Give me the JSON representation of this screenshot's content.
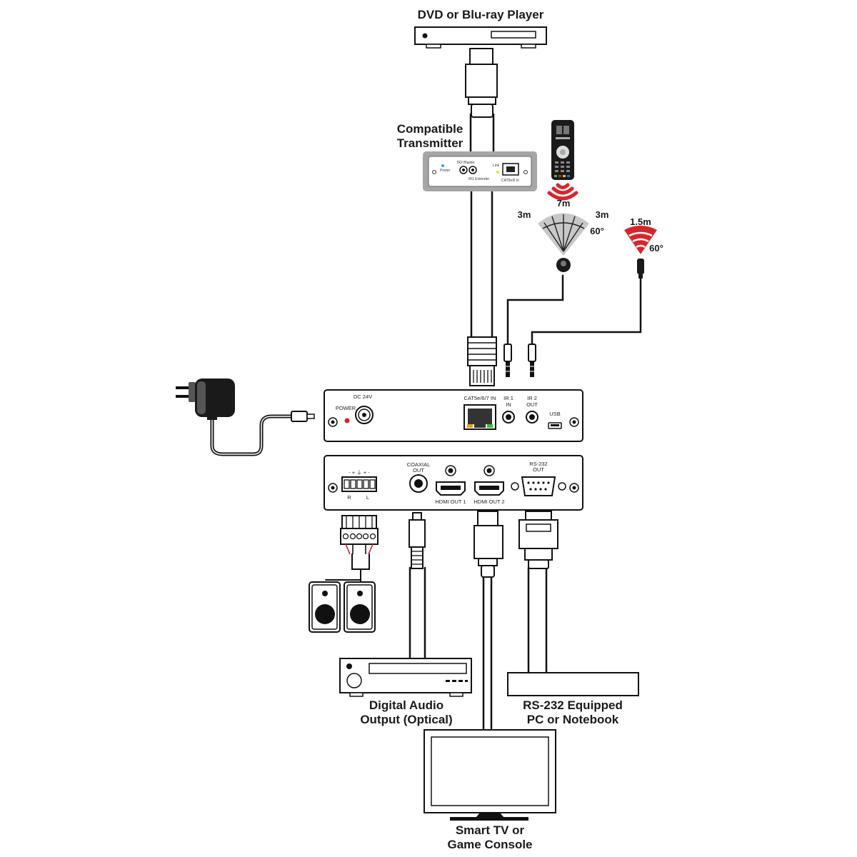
{
  "labels": {
    "source": "DVD or Blu-ray Player",
    "transmitter_line1": "Compatible",
    "transmitter_line2": "Transmitter",
    "audio_line1": "Digital Audio",
    "audio_line2": "Output (Optical)",
    "pc_line1": "RS-232 Equipped",
    "pc_line2": "PC or Notebook",
    "tv_line1": "Smart TV or",
    "tv_line2": "Game Console"
  },
  "ir_blaster": {
    "front_range": "7m",
    "side_left": "3m",
    "side_right": "3m",
    "angle": "60°"
  },
  "ir_extender": {
    "range": "1.5m",
    "angle": "60°"
  },
  "transmitter_panel": {
    "power": "Power",
    "ir2": "IR2 Blaster",
    "ir1": "IR1 Extender",
    "link": "Link",
    "cat": "CAT5e/6 In"
  },
  "receiver_top_panel": {
    "dc": "DC 24V",
    "power": "POWER",
    "cat": "CAT5e/6/7 IN",
    "ir1_line1": "IR 1",
    "ir1_line2": "IN",
    "ir2_line1": "IR 2",
    "ir2_line2": "OUT",
    "usb": "USB"
  },
  "receiver_bottom_panel": {
    "audio_signs": "- + ⏚ + -",
    "audio_r": "R",
    "audio_l": "L",
    "coax_line1": "COAXIAL",
    "coax_line2": "OUT",
    "hdmi1": "HDMI OUT 1",
    "hdmi2": "HDMI OUT 2",
    "rs232_line1": "RS-232",
    "rs232_line2": "OUT"
  },
  "colors": {
    "led_power": "#e02020",
    "led_blue": "#2aa3d6",
    "led_green": "#3bbf3b",
    "led_amber": "#e6a21a",
    "ir_red": "#d7262b"
  },
  "icons": [
    "dvd-player-icon",
    "transmitter-icon",
    "remote-control-icon",
    "ir-blaster-icon",
    "ir-extender-icon",
    "power-adapter-icon",
    "speaker-icon",
    "av-receiver-icon",
    "monitor-icon",
    "pc-icon"
  ]
}
